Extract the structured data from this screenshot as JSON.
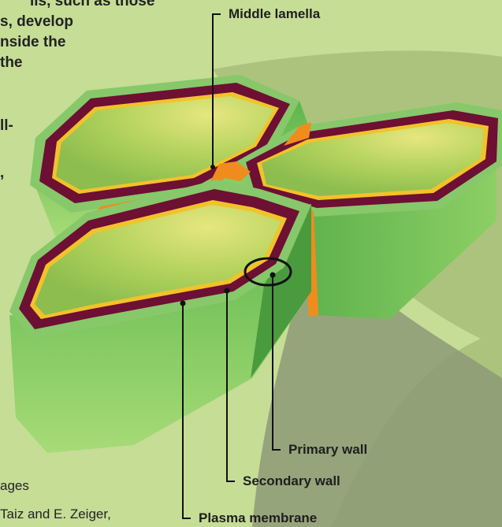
{
  "body_text": [
    "lls, such as those",
    "s, develop",
    "nside the",
    "the",
    "ll-",
    ","
  ],
  "caption_lines": [
    "ages",
    "Taiz and E. Zeiger,"
  ],
  "labels": {
    "middle_lamella": "Middle lamella",
    "primary_wall": "Primary wall",
    "secondary_wall": "Secondary wall",
    "plasma_membrane": "Plasma membrane"
  },
  "colors": {
    "background": "#c6dd96",
    "cell_side": "#6fc05c",
    "secondary_wall": "#6e0f34",
    "plasma_membrane": "#f2c22a",
    "middle_lamella": "#f08c1e",
    "cytoplasm": "#a9cd5d"
  }
}
